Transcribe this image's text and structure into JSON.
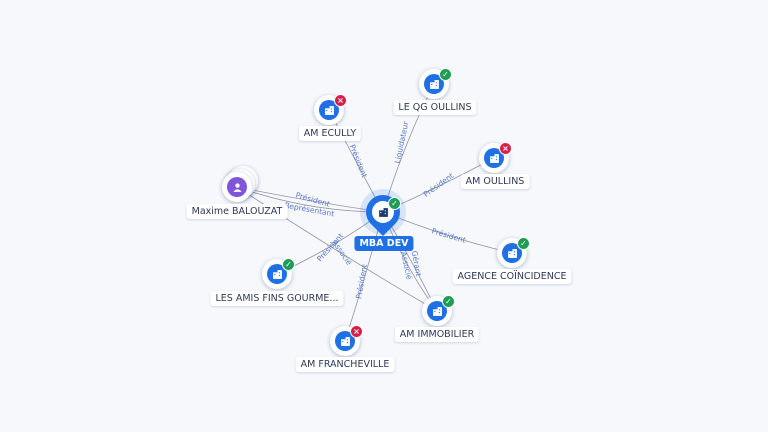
{
  "graph": {
    "center": {
      "label": "MBA DEV",
      "icon": "building-icon",
      "status": "active"
    },
    "nodes": [
      {
        "id": "le-qg-oullins",
        "label": "LE QG OULLINS",
        "icon": "building-icon",
        "status": "active"
      },
      {
        "id": "am-ecully",
        "label": "AM ECULLY",
        "icon": "building-icon",
        "status": "closed"
      },
      {
        "id": "am-oullins",
        "label": "AM OULLINS",
        "icon": "building-icon",
        "status": "closed"
      },
      {
        "id": "maxime-balouzat",
        "label": "Maxime BALOUZAT",
        "icon": "person-icon",
        "status": ""
      },
      {
        "id": "agence-coincidence",
        "label": "AGENCE COÏNCIDENCE",
        "icon": "building-icon",
        "status": "active"
      },
      {
        "id": "les-amis-fins-gourmets",
        "label": "LES AMIS FINS GOURME...",
        "icon": "building-icon",
        "status": "active"
      },
      {
        "id": "am-immobilier",
        "label": "AM IMMOBILIER",
        "icon": "building-icon",
        "status": "active"
      },
      {
        "id": "am-francheville",
        "label": "AM FRANCHEVILLE",
        "icon": "building-icon",
        "status": "closed"
      }
    ],
    "edges": [
      {
        "from": "center",
        "to": "le-qg-oullins",
        "label": "Liquidateur"
      },
      {
        "from": "center",
        "to": "am-ecully",
        "label": "Président"
      },
      {
        "from": "center",
        "to": "am-oullins",
        "label": "Président"
      },
      {
        "from": "maxime-balouzat",
        "to": "center",
        "label": "Président"
      },
      {
        "from": "maxime-balouzat",
        "to": "center",
        "label": "Représentant"
      },
      {
        "from": "center",
        "to": "agence-coincidence",
        "label": "Président"
      },
      {
        "from": "center",
        "to": "les-amis-fins-gourmets",
        "label": "Président"
      },
      {
        "from": "center",
        "to": "am-francheville",
        "label": "Président"
      },
      {
        "from": "center",
        "to": "am-immobilier",
        "label": "Gérant"
      },
      {
        "from": "center",
        "to": "am-immobilier",
        "label": "Associé"
      },
      {
        "from": "maxime-balouzat",
        "to": "am-immobilier",
        "label": "Associé"
      }
    ],
    "colors": {
      "accent": "#1f6fe5",
      "person": "#7f56d9",
      "active_badge": "#1f9d55",
      "closed_badge": "#d6204a",
      "edge": "#6d7488",
      "edge_label": "#5a77c8"
    }
  }
}
